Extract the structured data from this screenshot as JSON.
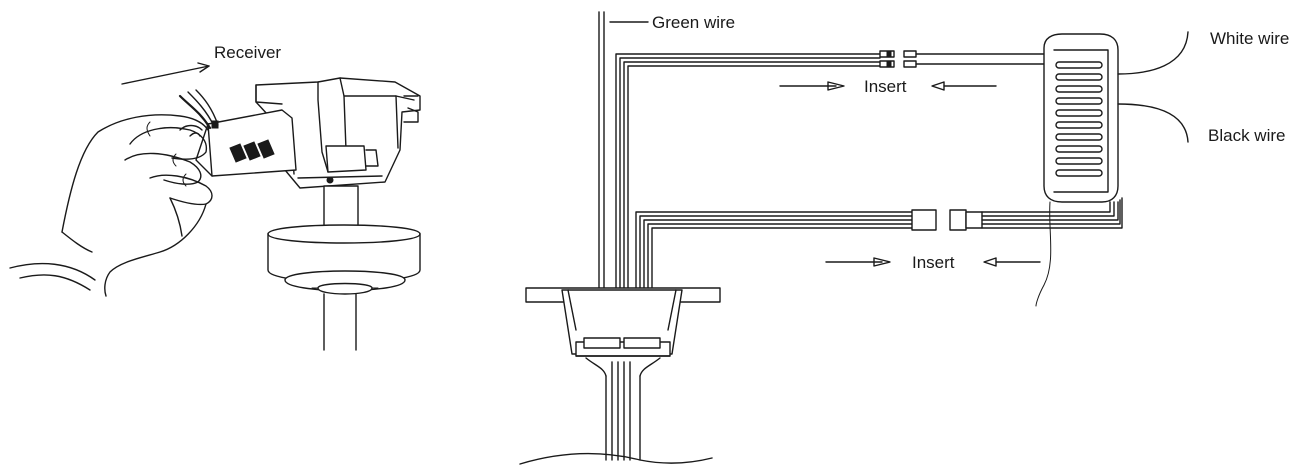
{
  "labels": {
    "receiver": "Receiver",
    "green_wire": "Green wire",
    "white_wire": "White wire",
    "black_wire": "Black wire",
    "insert_top": "Insert",
    "insert_bottom": "Insert"
  }
}
